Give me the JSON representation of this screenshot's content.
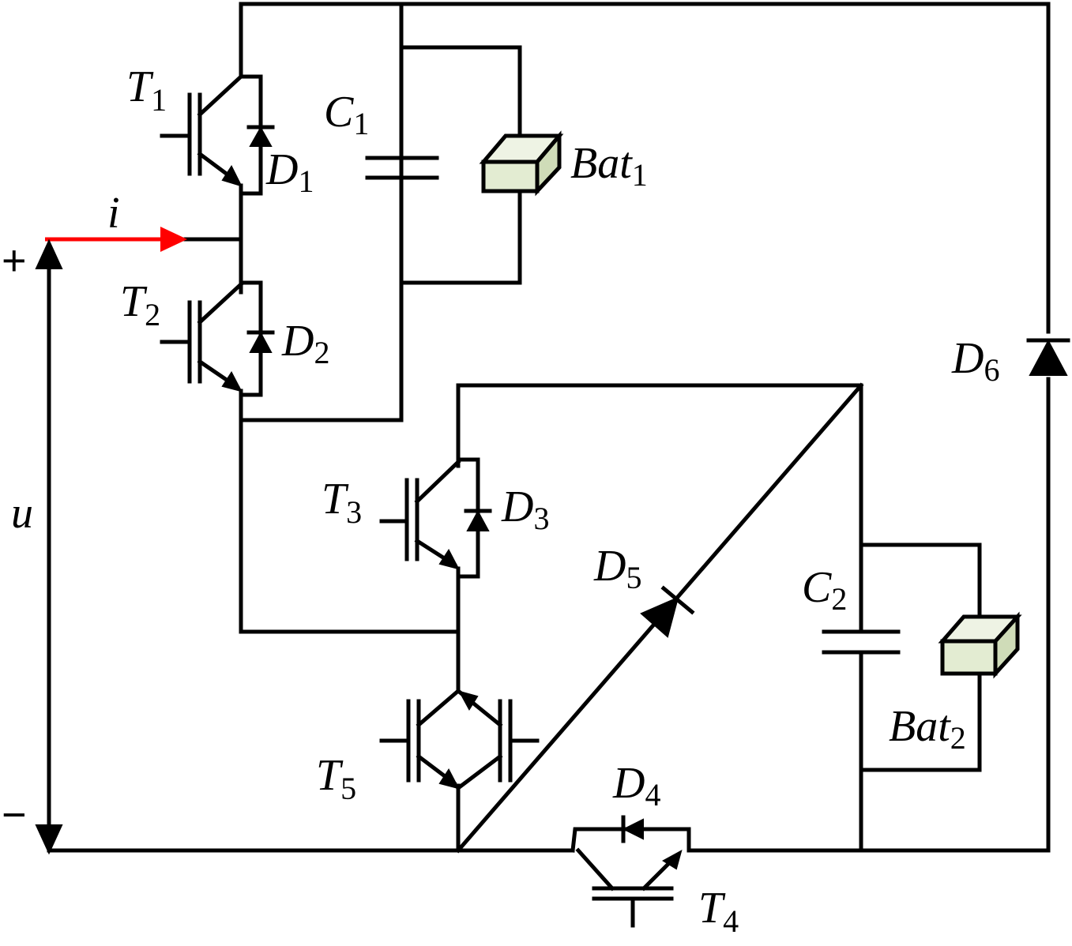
{
  "labels": {
    "T1": {
      "main": "T",
      "sub": "1"
    },
    "T2": {
      "main": "T",
      "sub": "2"
    },
    "T3": {
      "main": "T",
      "sub": "3"
    },
    "T4": {
      "main": "T",
      "sub": "4"
    },
    "T5": {
      "main": "T",
      "sub": "5"
    },
    "D1": {
      "main": "D",
      "sub": "1"
    },
    "D2": {
      "main": "D",
      "sub": "2"
    },
    "D3": {
      "main": "D",
      "sub": "3"
    },
    "D4": {
      "main": "D",
      "sub": "4"
    },
    "D5": {
      "main": "D",
      "sub": "5"
    },
    "D6": {
      "main": "D",
      "sub": "6"
    },
    "C1": {
      "main": "C",
      "sub": "1"
    },
    "C2": {
      "main": "C",
      "sub": "2"
    },
    "Bat1": {
      "main": "Bat",
      "sub": "1"
    },
    "Bat2": {
      "main": "Bat",
      "sub": "2"
    },
    "i": "i",
    "u": "u",
    "plus": "+",
    "minus": "−"
  },
  "colors": {
    "wire": "#000000",
    "current_arrow": "#ff0000",
    "battery_face": "#e3ecd2",
    "battery_top": "#eef3e4",
    "battery_side": "#cfdcb8"
  }
}
